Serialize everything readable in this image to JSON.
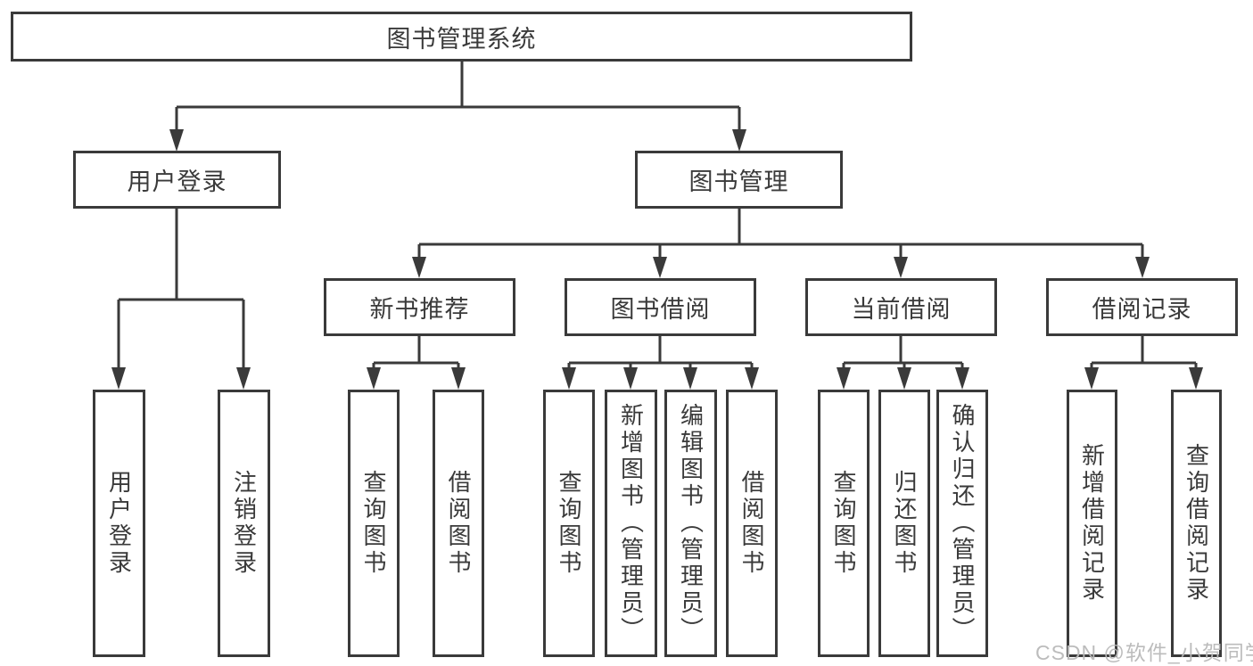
{
  "diagram": {
    "title": "图书管理系统",
    "colors": {
      "line": "#3a3a3a",
      "box_border": "#3a3a3a",
      "text": "#3a3a3a",
      "background": "#ffffff",
      "watermark": "#b8b8b8"
    },
    "root": {
      "label": "图书管理系统"
    },
    "user_branch": {
      "label": "用户登录",
      "children": [
        "用户登录",
        "注销登录"
      ]
    },
    "mgmt_branch": {
      "label": "图书管理"
    },
    "sections": [
      {
        "label": "新书推荐",
        "children": [
          "查询图书",
          "借阅图书"
        ]
      },
      {
        "label": "图书借阅",
        "children": [
          "查询图书",
          "新增图书（管理员）",
          "编辑图书（管理员）",
          "借阅图书"
        ]
      },
      {
        "label": "当前借阅",
        "children": [
          "查询图书",
          "归还图书",
          "确认归还（管理员）"
        ]
      },
      {
        "label": "借阅记录",
        "children": [
          "新增借阅记录",
          "查询借阅记录"
        ]
      }
    ],
    "watermark": "CSDN @软件_小贺同学"
  }
}
